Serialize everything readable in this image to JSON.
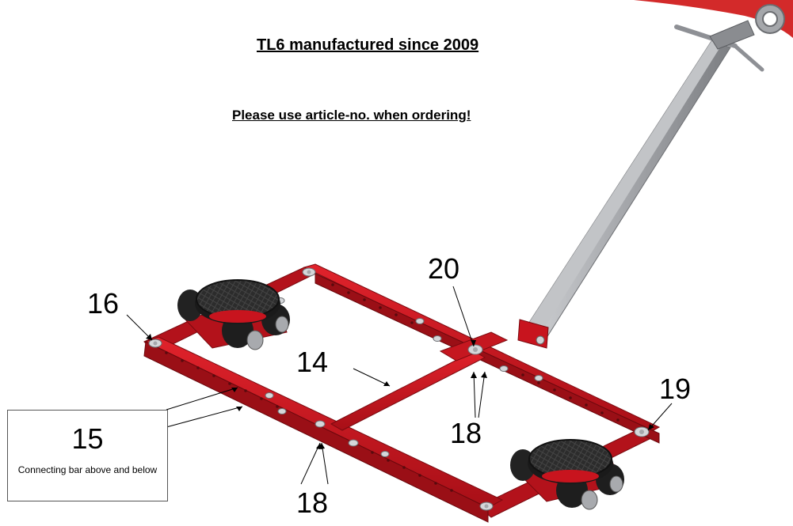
{
  "headings": {
    "manufactured": "TL6 manufactured since 2009",
    "ordering_note": "Please use article-no. when ordering!"
  },
  "callouts": {
    "frame_corner_left": "16",
    "center_bolt": "20",
    "cross_bar": "14",
    "frame_corner_right": "19",
    "bolts_center": "18",
    "bolts_front": "18"
  },
  "note_box": {
    "number": "15",
    "text": "Connecting bar above and below"
  },
  "colors": {
    "frame_red": "#c8141e",
    "frame_red_dark": "#8e0c12",
    "handle_grey": "#a9abb0",
    "roller_black": "#222222",
    "turntable_black": "#2b2b2b"
  }
}
